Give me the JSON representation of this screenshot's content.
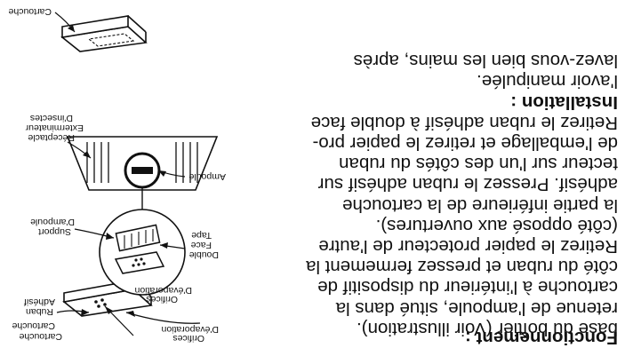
{
  "instructions": {
    "fonctionnement_heading": "Fonctionnement :",
    "fonctionnement_lines": [
      "base du boîtier (Voir illustration).",
      "retenue de l'ampoule, situé dans la",
      "cartouche à l'intérieur du dispositif de",
      "côté du ruban et pressez fermement la",
      "Retirez le papier protecteur de l'autre",
      "(côté opposé aux ouvertures).",
      "la partie inférieure de la cartouche",
      "adhésif. Pressez le ruban adhésif sur",
      "tecteur sur l'un des côtés du ruban",
      "de l'emballage et retirez le papier pro-",
      "Retirez le ruban adhésif à double face"
    ],
    "installation_heading": "Installation :",
    "intro_lines": [
      "l'avoir manipulée.",
      "lavez-vous bien les mains, après"
    ]
  },
  "figures": {
    "top_labels": {
      "cartouche": "Cartouche",
      "orifices": "Orifices",
      "evaporation": "D'évaporation"
    },
    "middle_labels": {
      "ampoule": "Ampoule",
      "support_1": "Support",
      "support_2": "D'ampoule",
      "double_1": "Double",
      "double_2": "Face",
      "double_3": "Tape",
      "receptacle_1": "Réceptacle",
      "receptacle_2": "Exterminateur",
      "receptacle_3": "D'insectes"
    },
    "bottom_labels": {
      "cartouche": "Cartouche",
      "ruban_1": "Ruban",
      "ruban_2": "Adhésif",
      "orifices": "Orifices",
      "evaporation": "D'évaporation"
    }
  }
}
